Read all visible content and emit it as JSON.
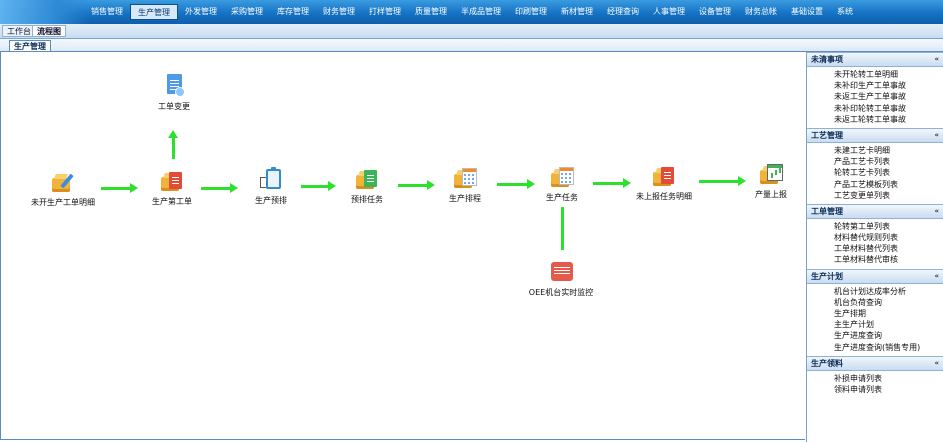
{
  "nav": {
    "items": [
      "销售管理",
      "生产管理",
      "外发管理",
      "采购管理",
      "库存管理",
      "财务管理",
      "打样管理",
      "质量管理",
      "半成品管理",
      "印刷管理",
      "新材管理",
      "经理查询",
      "人事管理",
      "设备管理",
      "财务总帐",
      "基础设置",
      "系统"
    ],
    "active_index": 1
  },
  "tabs": [
    "工作台",
    "流程图"
  ],
  "panel_title": "生产管理",
  "flow": {
    "nodes": {
      "unopened": "未开生产工单明细",
      "work_order": "生产第工单",
      "change": "工单变更",
      "prearrange": "生产预排",
      "pre_task": "预排任务",
      "schedule": "生产排程",
      "task": "生产任务",
      "unreported": "未上报任务明细",
      "output": "产量上报",
      "oee": "OEE机台实时监控"
    }
  },
  "sidebar": {
    "sections": [
      {
        "title": "未清事项",
        "items": [
          "未开轮转工单明细",
          "未补印生产工单事故",
          "未返工生产工单事故",
          "未补印轮转工单事故",
          "未返工轮转工单事故"
        ]
      },
      {
        "title": "工艺管理",
        "items": [
          "未建工艺卡明细",
          "产品工艺卡列表",
          "轮转工艺卡列表",
          "产品工艺模板列表",
          "工艺变更单列表"
        ]
      },
      {
        "title": "工单管理",
        "items": [
          "轮转第工单列表",
          "材料替代规则列表",
          "工单材料替代列表",
          "工单材料替代审核"
        ]
      },
      {
        "title": "生产计划",
        "items": [
          "机台计划达成率分析",
          "机台负荷查询",
          "生产排期",
          "主生产计划",
          "生产进度查询",
          "生产进度查询(销售专用)"
        ]
      },
      {
        "title": "生产领料",
        "items": [
          "补损申请列表",
          "领料申请列表"
        ]
      }
    ],
    "chevron": "«"
  },
  "colors": {
    "arrow": "#2ee02e",
    "nav_bg": "#1672c4",
    "nav_active_bg": "#d7e9f9"
  }
}
